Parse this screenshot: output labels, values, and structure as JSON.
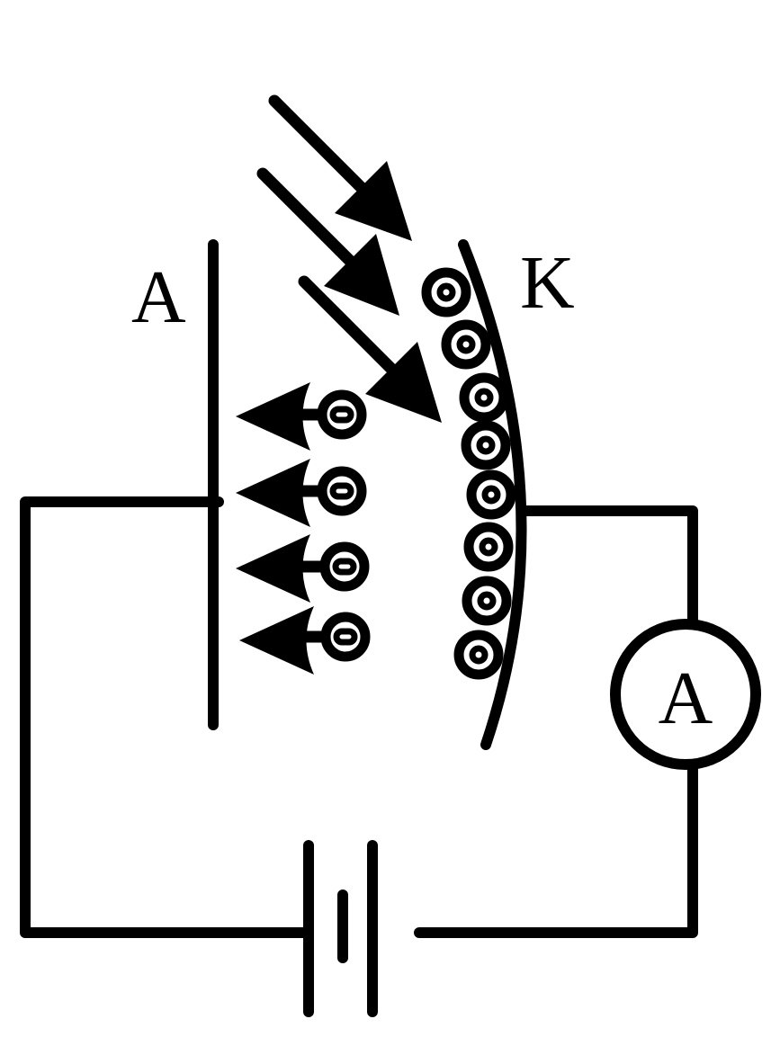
{
  "labels": {
    "anode": "A",
    "cathode": "K",
    "ammeter": "A"
  },
  "colors": {
    "stroke": "#000000",
    "background": "#ffffff"
  },
  "components": {
    "anode_plate": "anode",
    "cathode_plate": "cathode",
    "ammeter": "ammeter",
    "battery": "battery"
  },
  "incident_light_rays": 3,
  "cathode_electrons": 8,
  "emitted_electrons": 4
}
